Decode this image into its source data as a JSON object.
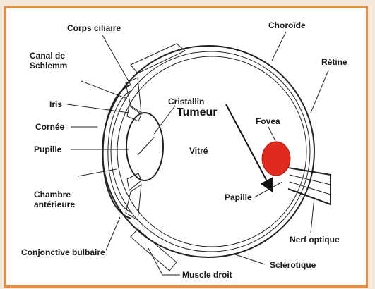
{
  "labels": {
    "corps_ciliaire": "Corps ciliaire",
    "canal_de": "Canal de",
    "schlemm": "Schlemm",
    "iris": "Iris",
    "cornee": "Cornée",
    "pupille": "Pupille",
    "chambre": "Chambre",
    "anterieure": "antérieure",
    "conjonctive": "Conjonctive bulbaire",
    "muscle_droit": "Muscle droit",
    "sclerotique": "Sclérotique",
    "nerf_optique": "Nerf optique",
    "papille": "Papille",
    "fovea": "Fovea",
    "retine": "Rétine",
    "choroide": "Choroïde",
    "cristallin": "Cristallin",
    "tumeur": "Tumeur",
    "vitre": "Vitré"
  },
  "colors": {
    "frame_border": "#e98a3c",
    "tumor_fill": "#e02a1e",
    "background": "#f5e9dc"
  }
}
